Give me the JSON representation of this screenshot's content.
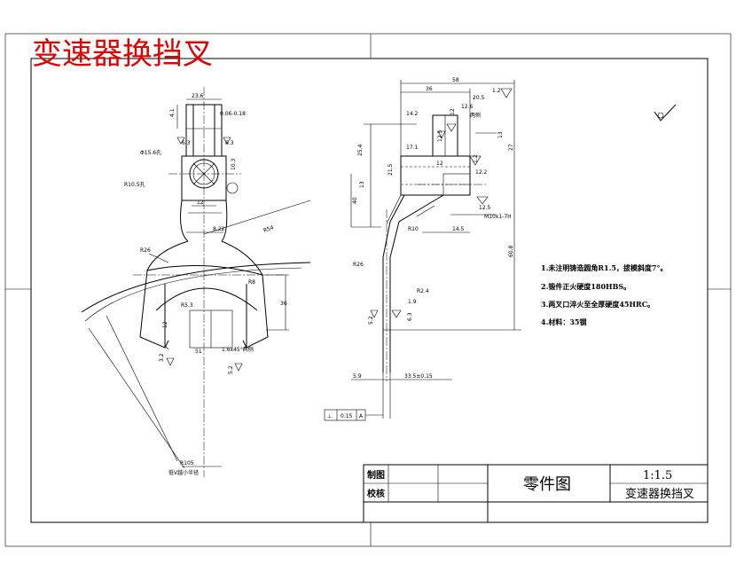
{
  "red_title": "变速器换挡叉",
  "colors": {
    "title_red": "#e00000",
    "line": "#000000",
    "background": "#ffffff"
  },
  "notes": [
    "1.未注明铸造圆角R1.5，拔模斜度7°。",
    "2.锻件正火硬度180HBS。",
    "3.两叉口淬火至全厚硬度45HRC。",
    "4.材料：35钢"
  ],
  "title_block": {
    "drawn_label": "制图",
    "checked_label": "校核",
    "drawing_type": "零件图",
    "scale": "1:1.5",
    "part_name": "变速器换挡叉"
  },
  "dimensions": {
    "front": [
      "23.6",
      "0.06-0.18",
      "4.1",
      "6.3",
      "6.3",
      "Φ15.6孔",
      "10.3",
      "R10.5孔",
      "12",
      "8.22",
      "R54",
      "R26",
      "R8",
      "36",
      "R5.3",
      "12",
      "51",
      "1.6x45°两侧",
      "3.2",
      "5.2",
      "R105",
      "低V越小半径"
    ],
    "side": [
      "36",
      "58",
      "20.5",
      "1.2",
      "14.2",
      "12.6",
      "12",
      "两侧",
      "12.5",
      "17.1",
      "13",
      "27",
      "25.4",
      "12",
      "1.2",
      "12.2",
      "21.5",
      "13",
      "12.5",
      "M10x1-7H",
      "40",
      "R10",
      "14.5",
      "60.8",
      "R26",
      "R2.4",
      "5.2",
      "6.3",
      "1.9",
      "5.9",
      "33.5±0.15"
    ],
    "tolerance": [
      "⊥",
      "0.15",
      "A"
    ]
  }
}
